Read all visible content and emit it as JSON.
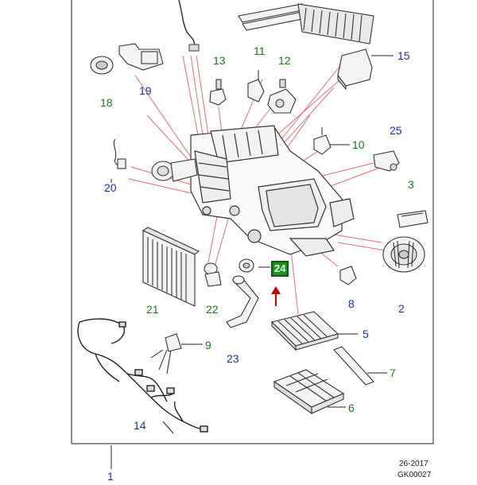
{
  "colors": {
    "green_label": "#1a7a1a",
    "blue_label": "#1830b0",
    "leader": "#e07070",
    "highlight": "#1f8f1f",
    "arrow": "#cc0000"
  },
  "callouts": {
    "c1": "1",
    "c2": "2",
    "c3": "3",
    "c5": "5",
    "c6": "6",
    "c7": "7",
    "c8": "8",
    "c9": "9",
    "c10": "10",
    "c11": "11",
    "c12": "12",
    "c13": "13",
    "c14": "14",
    "c15": "15",
    "c18": "18",
    "c19": "19",
    "c20": "20",
    "c21": "21",
    "c22": "22",
    "c23": "23",
    "c24": "24",
    "c25": "25"
  },
  "footer": {
    "date": "26-2017",
    "code": "GK00027"
  }
}
